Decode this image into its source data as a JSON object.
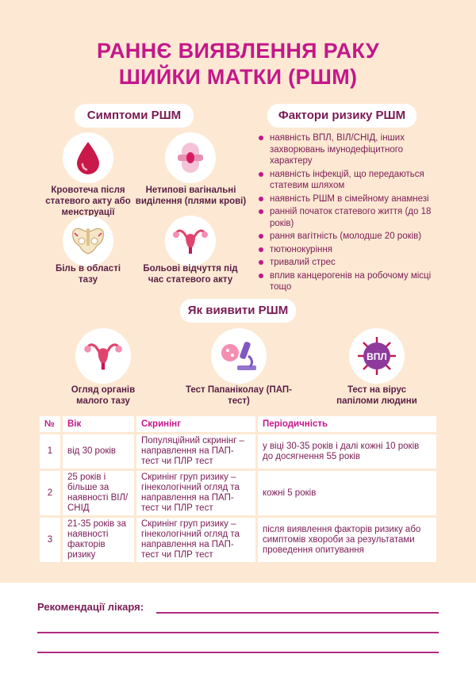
{
  "title_line1": "РАННЄ ВИЯВЛЕННЯ РАКУ",
  "title_line2": "ШИЙКИ МАТКИ (РШМ)",
  "symptoms": {
    "heading": "Симптоми РШМ",
    "items": [
      {
        "icon": "blood-drop-icon",
        "label": "Кровотеча після статевого акту або менструації"
      },
      {
        "icon": "sanitary-pad-icon",
        "label": "Нетипові вагінальні виділення (плями крові)"
      },
      {
        "icon": "pelvis-icon",
        "label": "Біль в області тазу"
      },
      {
        "icon": "uterus-icon",
        "label": "Больові відчуття під час статевого акту"
      }
    ]
  },
  "risk_factors": {
    "heading": "Фактори ризику РШМ",
    "items": [
      "наявність ВПЛ, ВІЛ/СНІД, інших захворювань імунодефіцитного характеру",
      "наявність інфекцій, що передаються статевим шляхом",
      "наявність РШМ в сімейному анамнезі",
      "ранній початок статевого життя (до 18 років)",
      "рання вагітність (молодше 20 років)",
      "тютюнокуріння",
      "тривалий стрес",
      "вплив канцерогенів на робочому місці тощо"
    ]
  },
  "detect": {
    "heading": "Як виявити РШМ",
    "items": [
      {
        "icon": "uterus-icon",
        "label": "Огляд органів малого тазу"
      },
      {
        "icon": "microscope-icon",
        "label": "Тест Папаніколау (ПАП-тест)"
      },
      {
        "icon": "virus-icon",
        "label": "Тест на вірус папіломи людини",
        "badge": "ВПЛ"
      }
    ]
  },
  "table": {
    "headers": [
      "№",
      "Вік",
      "Скринінг",
      "Періодичність"
    ],
    "rows": [
      [
        "1",
        "від 30 років",
        "Популяційний скринінг – направлення на ПАП-тест чи ПЛР тест",
        "у віці 30-35 років і далі кожні 10 років до досягнення 55 років"
      ],
      [
        "2",
        "25 років і більше за наявності ВІЛ/СНІД",
        "Скринінг груп ризику – гінекологічний огляд та направлення на ПАП-тест чи ПЛР тест",
        "кожні 5 років"
      ],
      [
        "3",
        "21-35 років за наявності факторів ризику",
        "Скринінг груп ризику – гінекологічний огляд та направлення на ПАП-тест чи ПЛР тест",
        "після виявлення факторів ризику або симптомів хвороби за результатами проведення опитування"
      ]
    ]
  },
  "recommendations_label": "Рекомендації лікаря:",
  "colors": {
    "accent": "#c4178a",
    "text": "#7a1b55",
    "background": "#fde9d3"
  }
}
